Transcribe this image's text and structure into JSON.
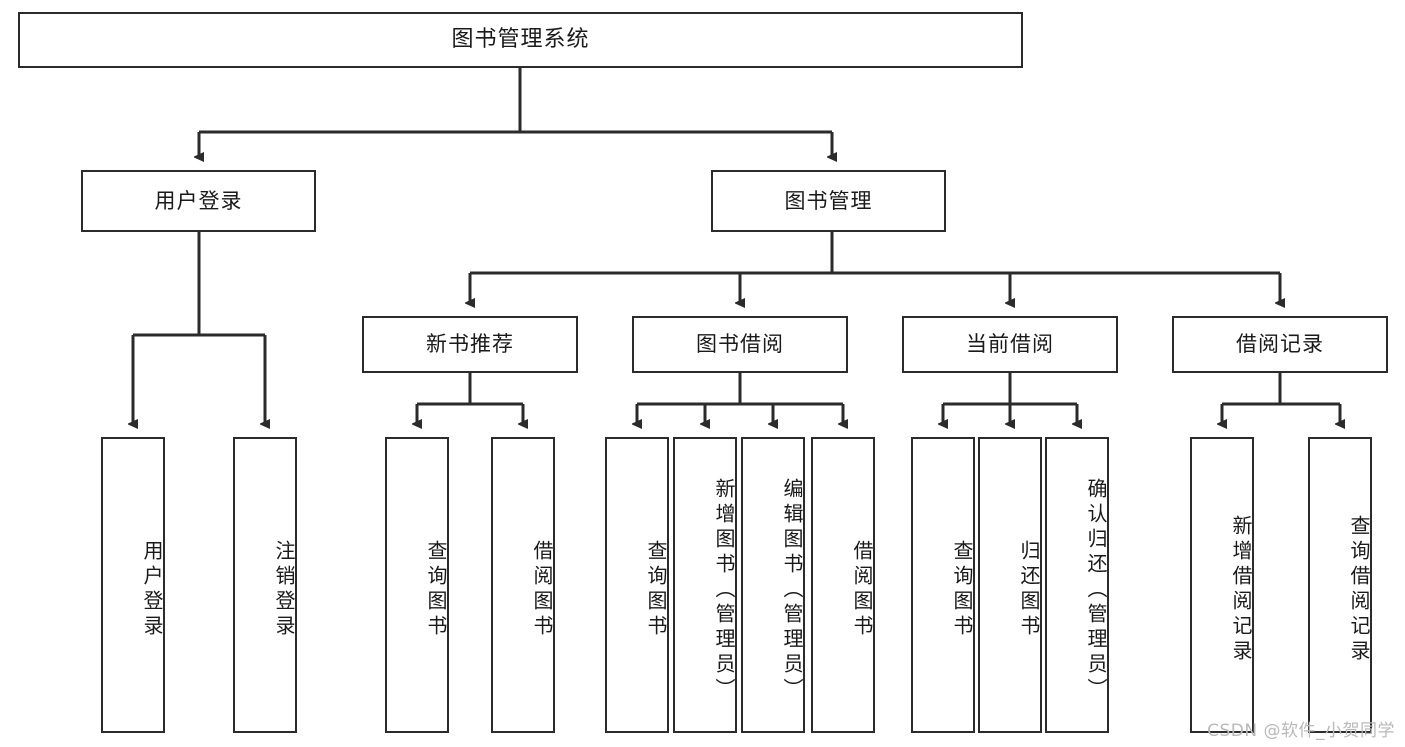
{
  "diagram": {
    "title": "图书管理系统",
    "type": "tree",
    "root": {
      "label": "图书管理系统"
    },
    "level2": [
      {
        "id": "user-login",
        "label": "用户登录"
      },
      {
        "id": "book-management",
        "label": "图书管理"
      }
    ],
    "level3": [
      {
        "id": "new-book-recommend",
        "label": "新书推荐",
        "parent": "book-management"
      },
      {
        "id": "book-borrow",
        "label": "图书借阅",
        "parent": "book-management"
      },
      {
        "id": "current-borrow",
        "label": "当前借阅",
        "parent": "book-management"
      },
      {
        "id": "borrow-record",
        "label": "借阅记录",
        "parent": "book-management"
      }
    ],
    "leaves": [
      {
        "id": "leaf-user-login",
        "label": "用户登录",
        "parent": "user-login"
      },
      {
        "id": "leaf-logout",
        "label": "注销登录",
        "parent": "user-login"
      },
      {
        "id": "leaf-query-book-1",
        "label": "查询图书",
        "parent": "new-book-recommend"
      },
      {
        "id": "leaf-borrow-book-1",
        "label": "借阅图书",
        "parent": "new-book-recommend"
      },
      {
        "id": "leaf-query-book-2",
        "label": "查询图书",
        "parent": "book-borrow"
      },
      {
        "id": "leaf-add-book",
        "label": "新增图书（管理员）",
        "parent": "book-borrow"
      },
      {
        "id": "leaf-edit-book",
        "label": "编辑图书（管理员）",
        "parent": "book-borrow"
      },
      {
        "id": "leaf-borrow-book-2",
        "label": "借阅图书",
        "parent": "book-borrow"
      },
      {
        "id": "leaf-query-book-3",
        "label": "查询图书",
        "parent": "current-borrow"
      },
      {
        "id": "leaf-return-book",
        "label": "归还图书",
        "parent": "current-borrow"
      },
      {
        "id": "leaf-confirm-return",
        "label": "确认归还（管理员）",
        "parent": "current-borrow"
      },
      {
        "id": "leaf-add-record",
        "label": "新增借阅记录",
        "parent": "borrow-record"
      },
      {
        "id": "leaf-query-record",
        "label": "查询借阅记录",
        "parent": "borrow-record"
      }
    ],
    "colors": {
      "stroke": "#2b2b2b",
      "fill": "#ffffff",
      "text": "#1a1a1a",
      "watermark": "#b9b9b9"
    }
  },
  "watermark": {
    "text": "CSDN @软件_小贺同学"
  }
}
